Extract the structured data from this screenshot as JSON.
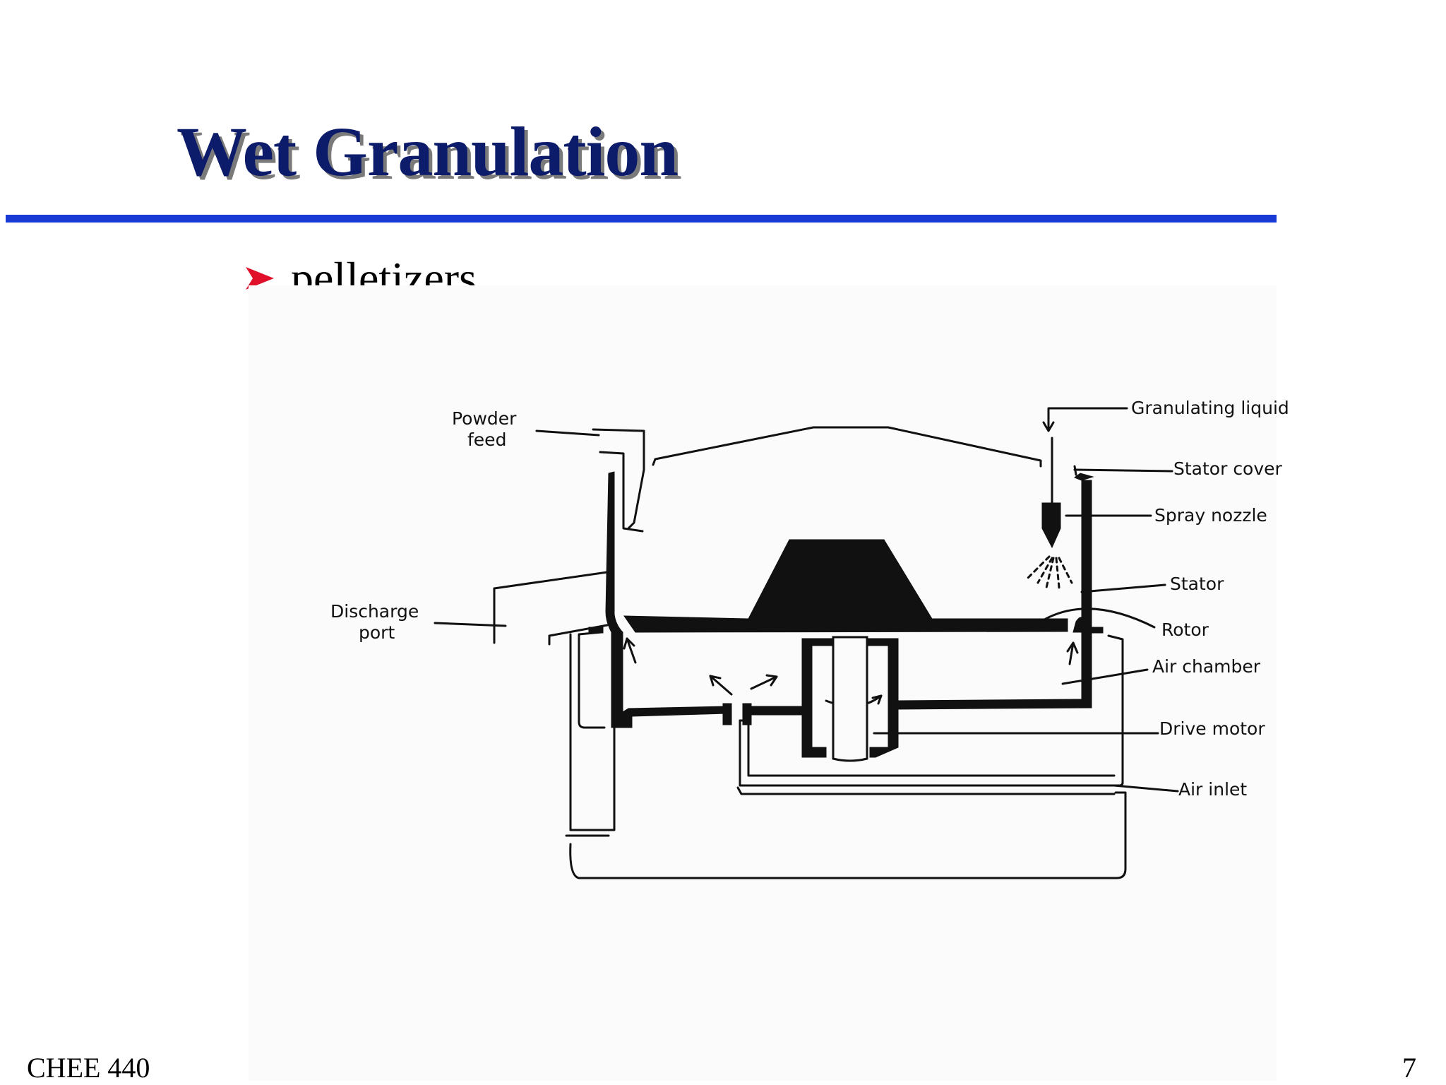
{
  "slide": {
    "title": "Wet Granulation",
    "bullet": "pelletizers",
    "footer_left": "CHEE 440",
    "page_number": "7"
  },
  "diagram": {
    "labels": {
      "powder_feed_1": "Powder",
      "powder_feed_2": "feed",
      "discharge_port_1": "Discharge",
      "discharge_port_2": "port",
      "granulating_liquid": "Granulating liquid",
      "stator_cover": "Stator cover",
      "spray_nozzle": "Spray nozzle",
      "stator": "Stator",
      "rotor": "Rotor",
      "air_chamber": "Air chamber",
      "drive_motor": "Drive motor",
      "air_inlet": "Air inlet"
    }
  },
  "colors": {
    "title": "#0d1c6a",
    "rule": "#1a3ad6",
    "bullet_arrow": "#e0102a"
  }
}
